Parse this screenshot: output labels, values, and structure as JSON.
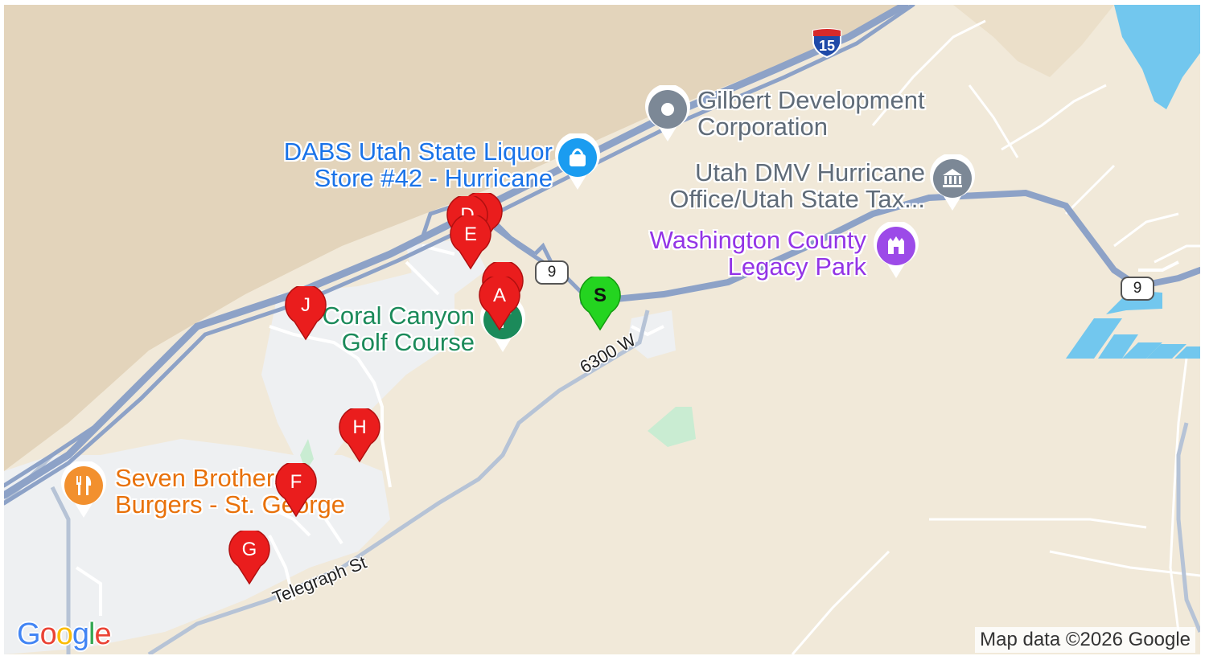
{
  "map": {
    "attribution": "Map data ©2026 Google",
    "logo": [
      "G",
      "o",
      "o",
      "g",
      "l",
      "e"
    ],
    "logo_colors": [
      "#4285F4",
      "#EA4335",
      "#FBBC05",
      "#4285F4",
      "#34A853",
      "#EA4335"
    ],
    "colors": {
      "land": "#f1e9d9",
      "mountain": "#e3d4bb",
      "urban": "#eef0f2",
      "highway": "#8da2c7",
      "road": "#ffffff",
      "water": "#72c7ee",
      "park": "#c9ecd2",
      "marker_red": "#ea1d1d",
      "marker_green": "#24d420"
    },
    "pois": [
      {
        "name_lines": [
          "Gilbert Development",
          "Corporation"
        ],
        "icon": "pin-dot-icon",
        "color": "#5f6b78"
      },
      {
        "name_lines": [
          "DABS Utah State Liquor",
          "Store #42 - Hurricane"
        ],
        "icon": "shopping-bag-icon",
        "color": "#1a73e8"
      },
      {
        "name_lines": [
          "Utah DMV Hurricane",
          "Office/Utah State Tax..."
        ],
        "icon": "government-building-icon",
        "color": "#5f6b78"
      },
      {
        "name_lines": [
          "Washington County",
          "Legacy Park"
        ],
        "icon": "monument-icon",
        "color": "#9334e6"
      },
      {
        "name_lines": [
          "Coral Canyon",
          "Golf Course"
        ],
        "icon": "golf-icon",
        "color": "#1b8a5a"
      },
      {
        "name_lines": [
          "Seven Brothers",
          "Burgers - St. George"
        ],
        "icon": "restaurant-icon",
        "color": "#e8710a"
      }
    ],
    "roads": [
      {
        "name": "6300 W"
      },
      {
        "name": "Telegraph St"
      }
    ],
    "shields": [
      {
        "label": "9"
      },
      {
        "label": "9"
      },
      {
        "label": "15",
        "type": "interstate"
      }
    ],
    "markers": [
      {
        "label": "D",
        "kind": "stop"
      },
      {
        "label": "",
        "kind": "stop"
      },
      {
        "label": "E",
        "kind": "stop"
      },
      {
        "label": "",
        "kind": "stop"
      },
      {
        "label": "A",
        "kind": "stop"
      },
      {
        "label": "J",
        "kind": "stop"
      },
      {
        "label": "H",
        "kind": "stop"
      },
      {
        "label": "F",
        "kind": "stop"
      },
      {
        "label": "G",
        "kind": "stop"
      },
      {
        "label": "S",
        "kind": "start"
      }
    ]
  }
}
